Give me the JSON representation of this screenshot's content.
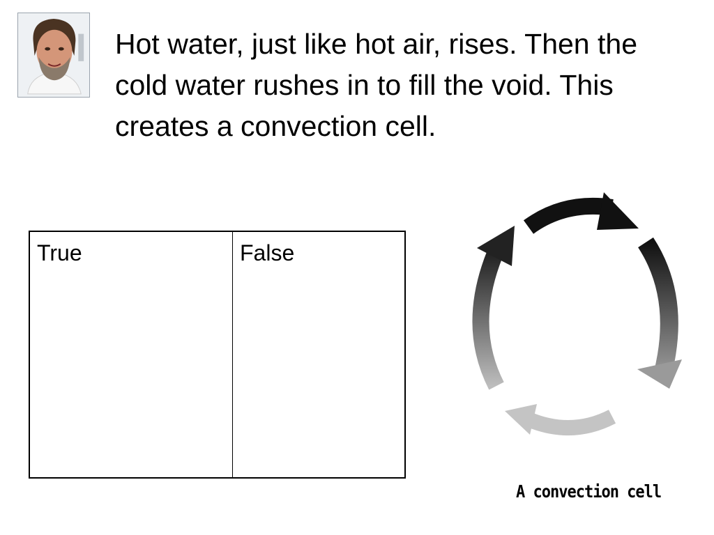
{
  "slide": {
    "paragraph": "Hot water, just like hot air, rises. Then the cold water rushes in to fill the void. This creates a convection cell."
  },
  "portrait": {
    "icon": "person-photo"
  },
  "table": {
    "columns": [
      "True",
      "False"
    ]
  },
  "diagram": {
    "caption": "A convection cell",
    "arrow_shades": [
      "#111111",
      "#444444",
      "#777777",
      "#aaaaaa",
      "#c8c8c8"
    ]
  }
}
